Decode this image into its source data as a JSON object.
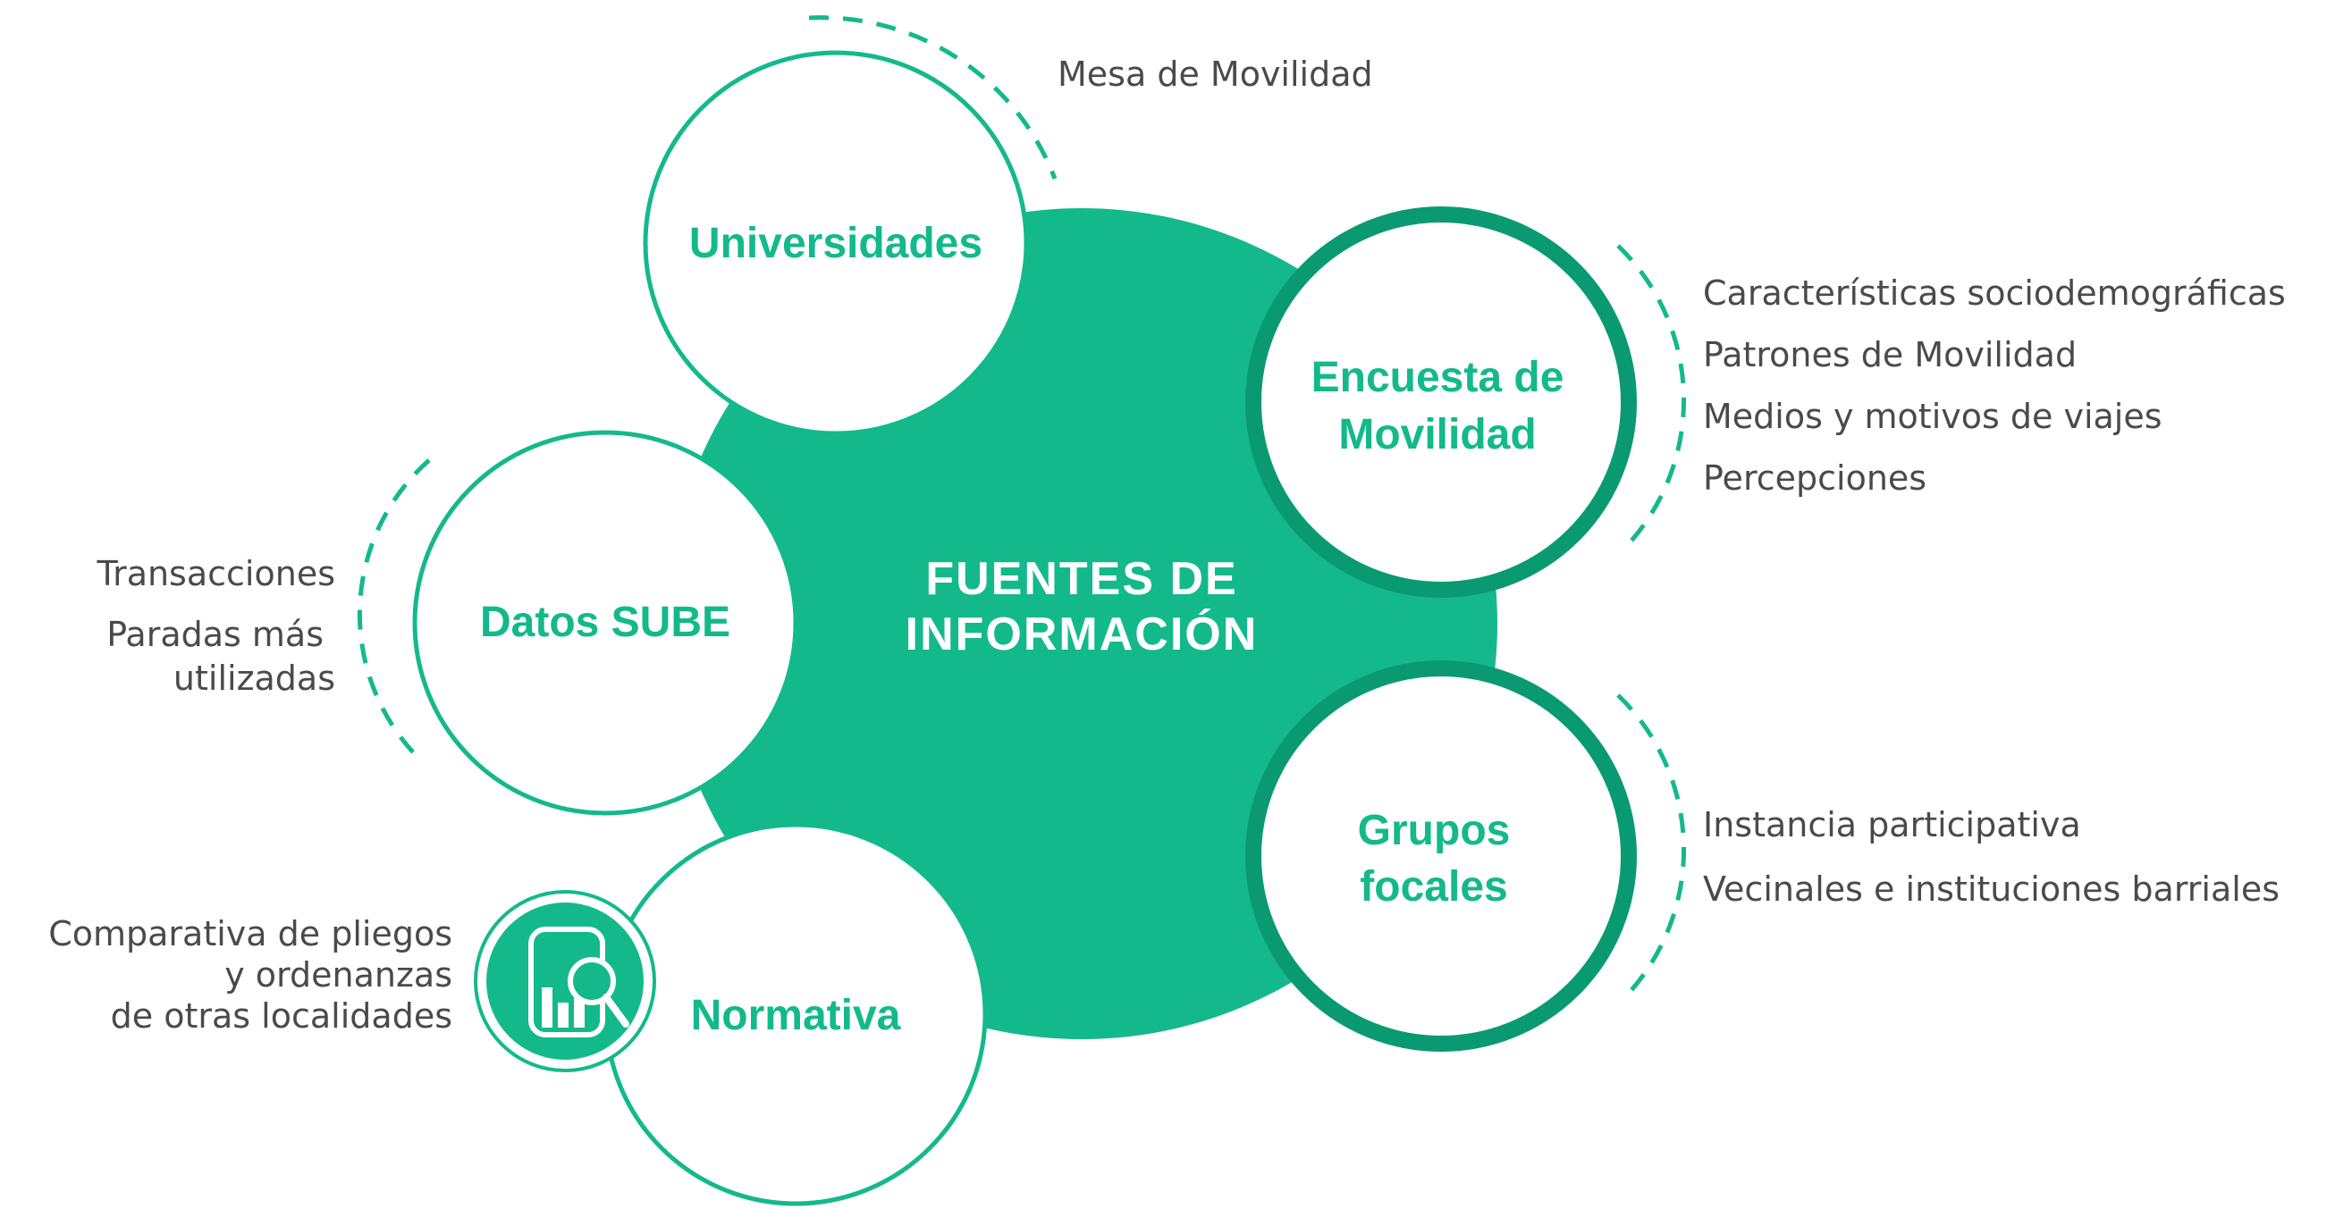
{
  "colors": {
    "accent": "#13b98b",
    "accent_dark": "#0a9a72",
    "text": "#4a4a4a"
  },
  "center": {
    "line1": "FUENTES DE",
    "line2": "INFORMACIÓN"
  },
  "nodes": {
    "universidades": {
      "label": "Universidades",
      "notes": [
        "Mesa de Movilidad"
      ]
    },
    "encuesta": {
      "line1": "Encuesta de",
      "line2": "Movilidad",
      "notes": [
        "Características sociodemográficas",
        "Patrones de Movilidad",
        "Medios y motivos de viajes",
        "Percepciones"
      ]
    },
    "sube": {
      "label": "Datos SUBE",
      "notes": [
        "Transacciones",
        "Paradas más",
        "utilizadas"
      ]
    },
    "grupos": {
      "line1": "Grupos",
      "line2": "focales",
      "notes": [
        "Instancia participativa",
        "Vecinales e instituciones barriales"
      ]
    },
    "normativa": {
      "label": "Normativa",
      "icon": "document-search-icon",
      "notes": [
        "Comparativa de pliegos",
        "y ordenanzas",
        "de otras localidades"
      ]
    }
  }
}
